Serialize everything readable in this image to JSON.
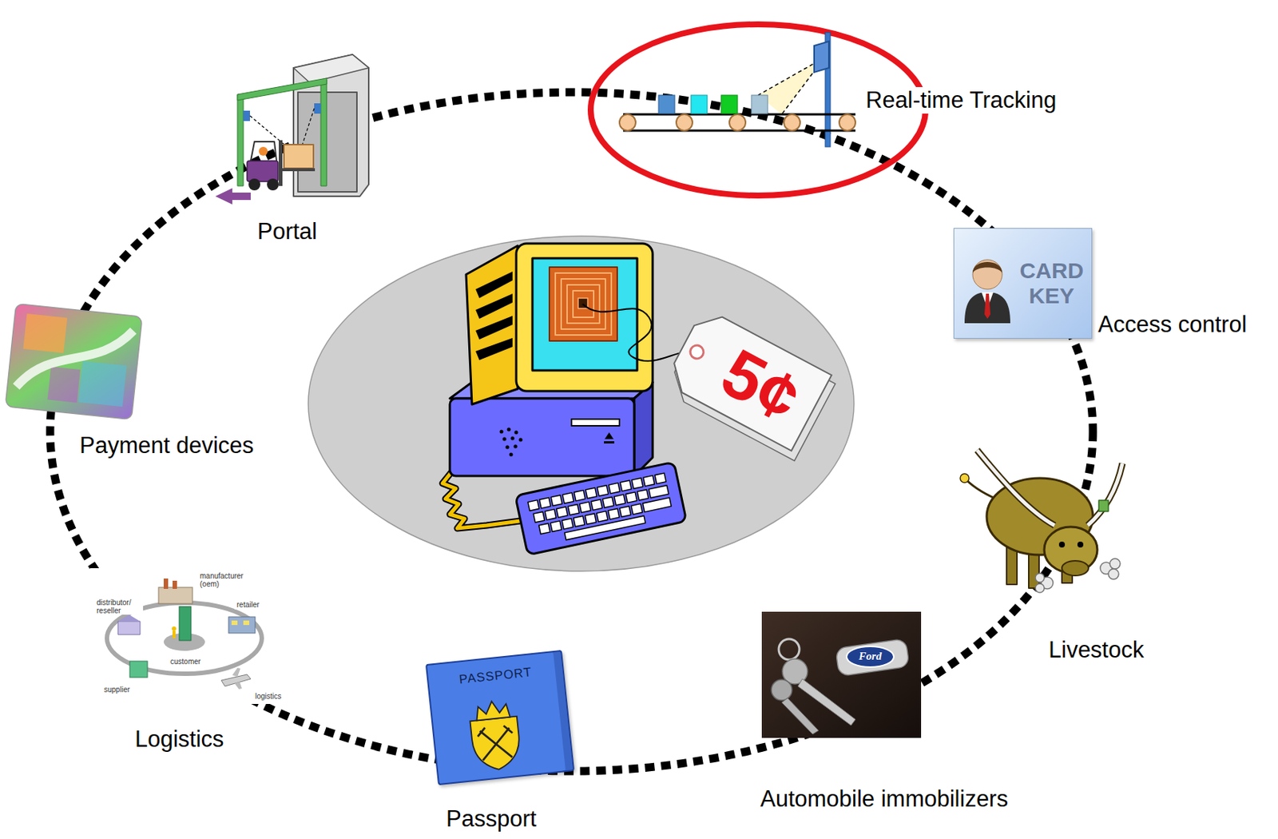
{
  "diagram": {
    "nodes": [
      {
        "text": [
          "5¢"
        ]
      },
      {
        "text": [
          "CARD KEY"
        ]
      },
      {
        "text": [
          "PASSPORT"
        ]
      }
    ],
    "labels": [
      "Real-time Tracking",
      "Portal",
      "Access control",
      "Payment devices",
      "Livestock",
      "Automobile immobilizers",
      "Passport",
      "Logistics",
      "manufacturer (oem)",
      "distributor/ reseller",
      "retailer",
      "customer",
      "supplier",
      "logistics",
      "Ford"
    ]
  }
}
